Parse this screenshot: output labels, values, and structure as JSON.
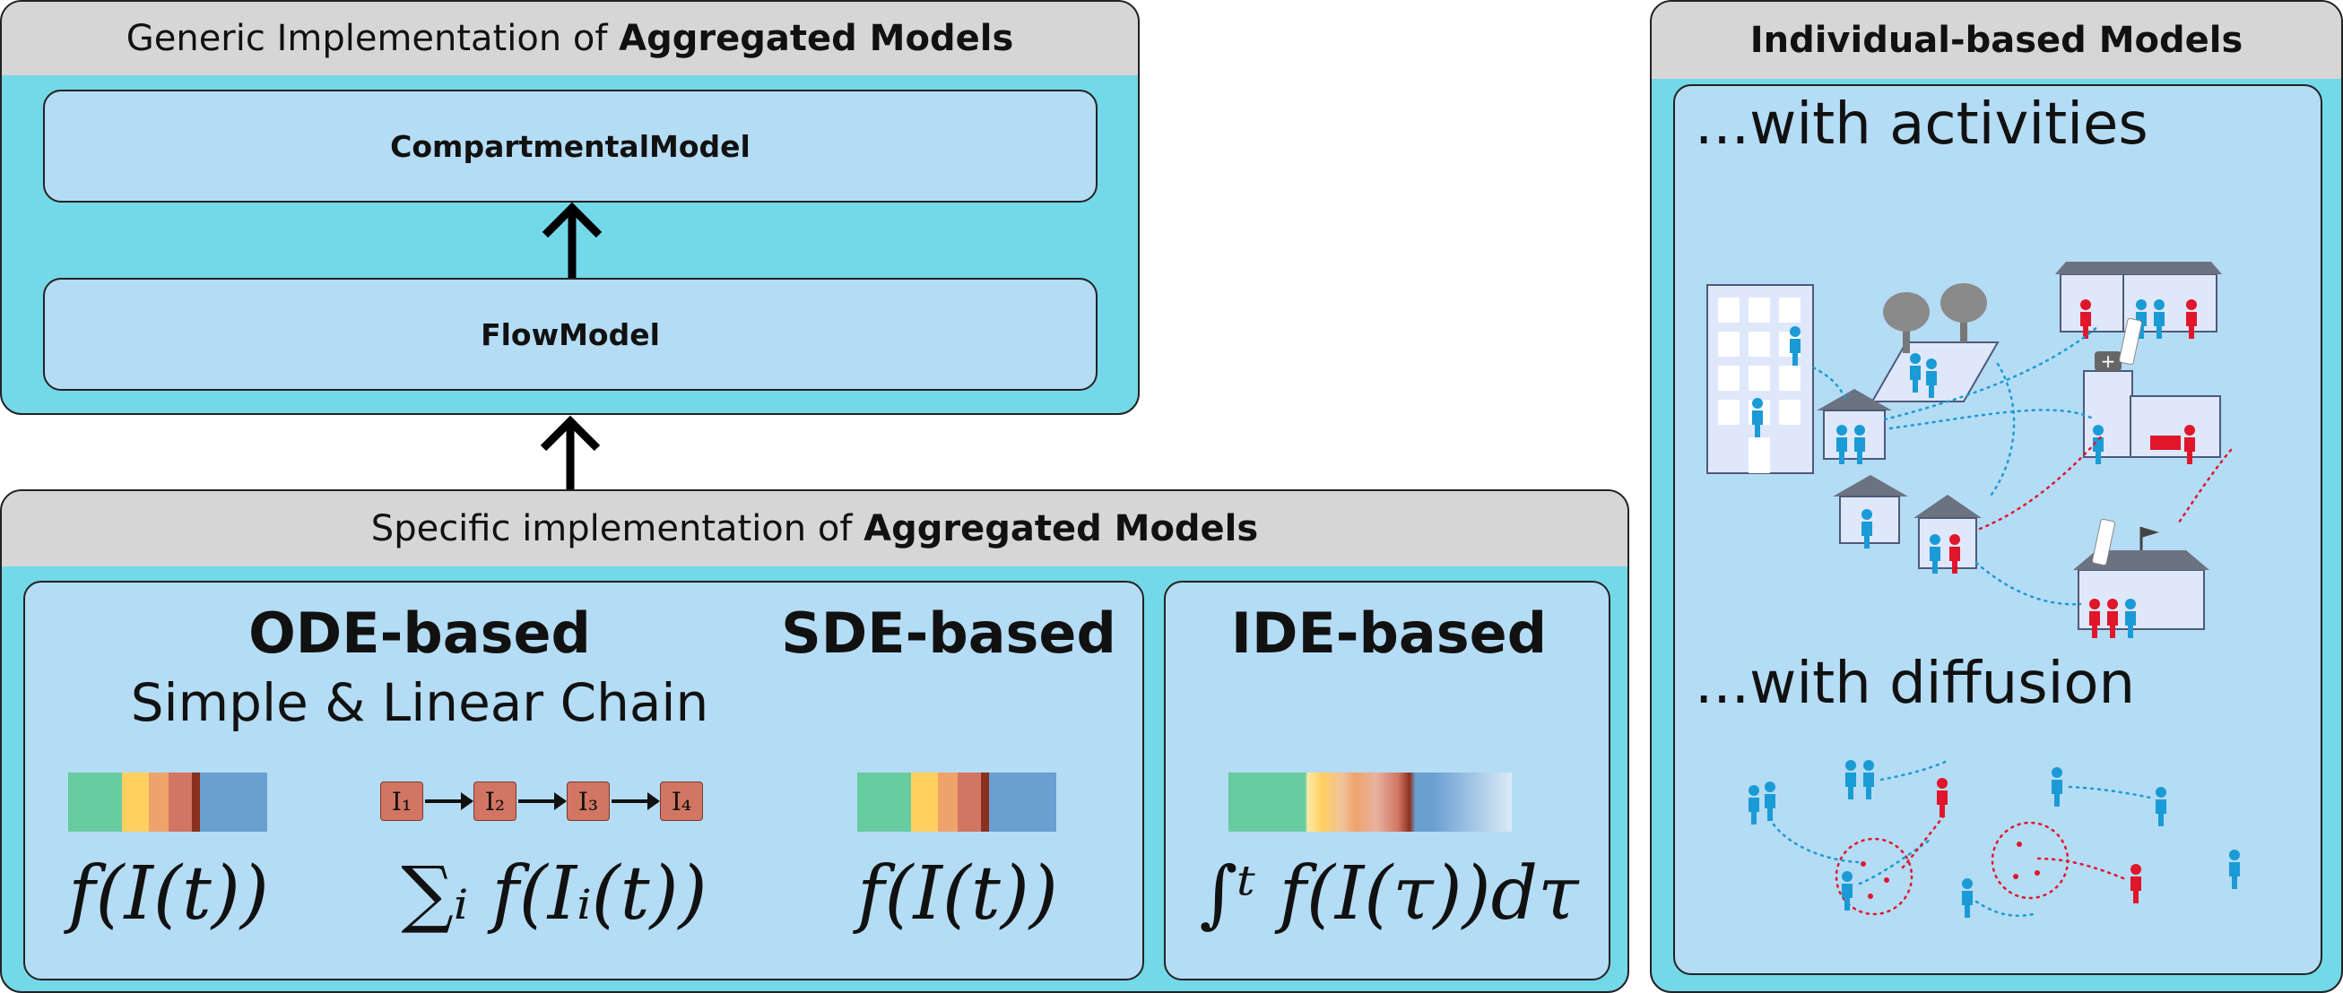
{
  "generic_panel": {
    "title_prefix": "Generic Implementation of ",
    "title_bold": "Aggregated Models",
    "compartmental_model": "CompartmentalModel",
    "flow_model": "FlowModel"
  },
  "specific_panel": {
    "title_prefix": "Specific implementation of ",
    "title_bold": "Aggregated Models",
    "ode": {
      "title": "ODE-based",
      "subtitle": "Simple & Linear Chain",
      "formula_simple": "f(I(t))",
      "formula_chain": "∑ᵢ f(Iᵢ(t))",
      "chain_nodes": [
        "I₁",
        "I₂",
        "I₃",
        "I₄"
      ]
    },
    "sde": {
      "title": "SDE-based",
      "formula": "f(I(t))"
    },
    "ide": {
      "title": "IDE-based",
      "formula": "∫ᵗ f(I(τ))dτ"
    }
  },
  "individual_panel": {
    "title": "Individual-based Models",
    "activities_label": "...with activities",
    "diffusion_label": "...with diffusion"
  },
  "colors": {
    "panel_bg": "#73d8e8",
    "header_bg": "#d6d6d6",
    "box_bg": "#b4dcf4",
    "person_blue": "#1a9bd6",
    "person_red": "#e0162b",
    "stripe": [
      "#66cc9f",
      "#ffd060",
      "#eea36a",
      "#d27563",
      "#8b2f1e",
      "#6a9fd2"
    ]
  }
}
